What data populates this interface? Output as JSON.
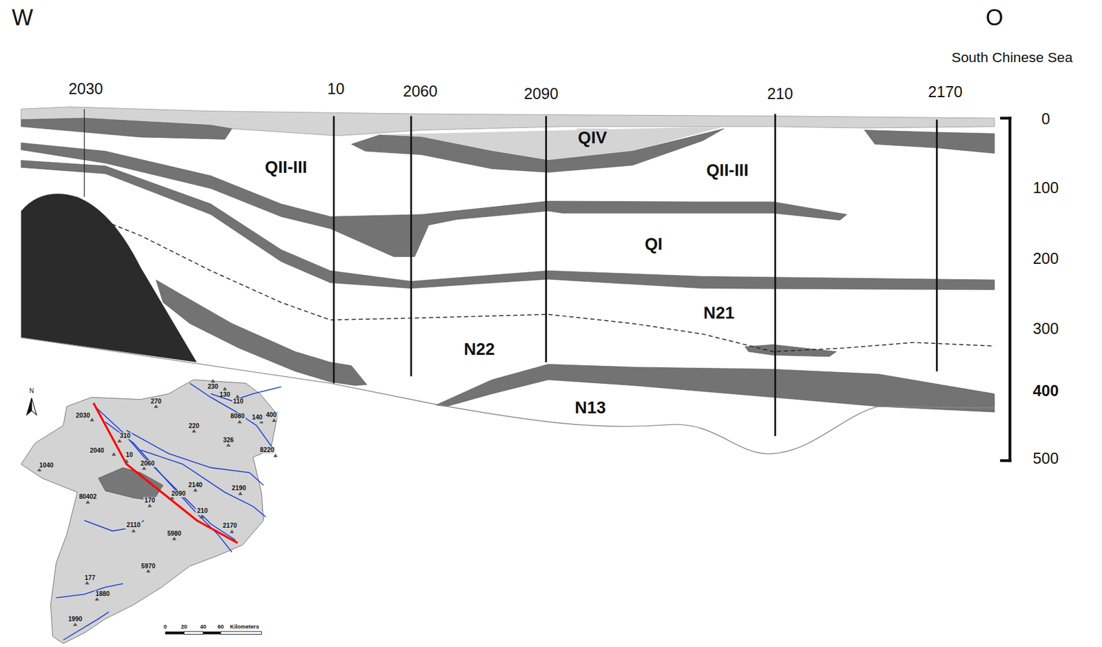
{
  "diagram": {
    "labels": [
      "W",
      "O",
      "South Chinese Sea",
      "2030",
      "10",
      "2060",
      "2090",
      "210",
      "2170",
      "QIV",
      "QII-III",
      "QII-III",
      "QI",
      "N21",
      "N22",
      "N13",
      "0",
      "100",
      "200",
      "300",
      "400",
      "500",
      "N",
      "270",
      "230",
      "130",
      "110",
      "8080",
      "140",
      "400",
      "220",
      "326",
      "8220",
      "2030",
      "310",
      "2040",
      "10",
      "2060",
      "1040",
      "2140",
      "2190",
      "2090",
      "80402",
      "170",
      "210",
      "2110",
      "5980",
      "2170",
      "5970",
      "177",
      "1880",
      "1990",
      "0",
      "20",
      "40",
      "60",
      "Kilometers"
    ]
  }
}
